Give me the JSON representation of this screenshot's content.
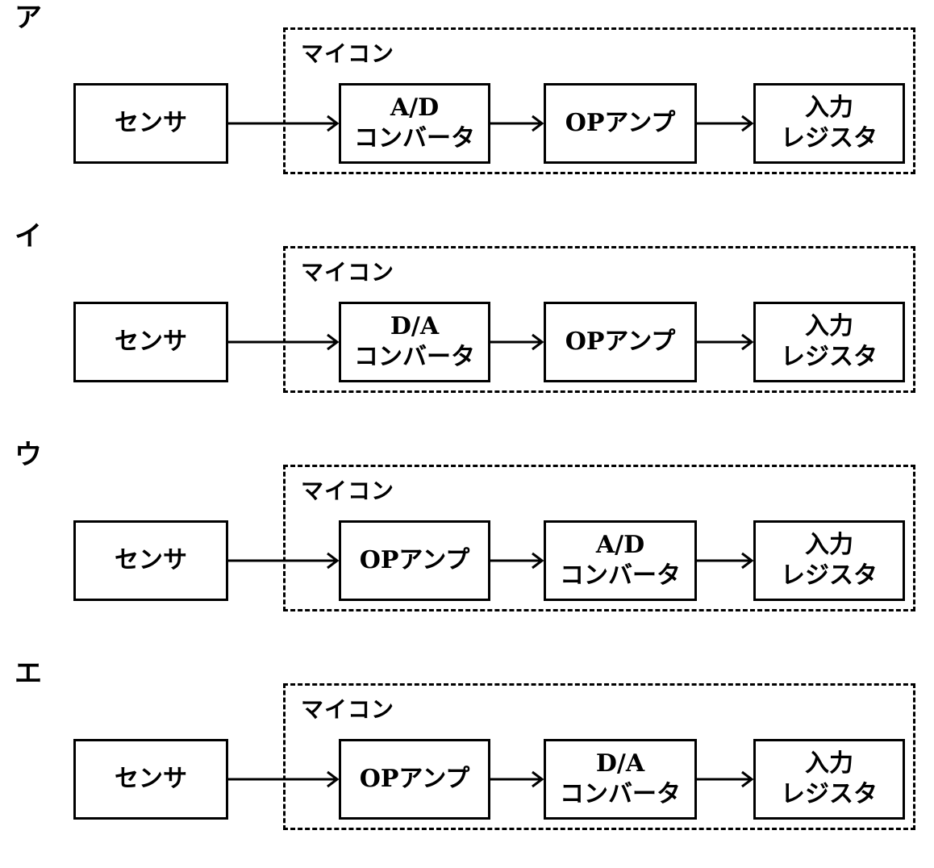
{
  "diagrams": [
    {
      "label": "ア",
      "microcontroller_label": "マイコン",
      "sensor": "センサ",
      "stages": [
        [
          "A/D",
          "コンバータ"
        ],
        [
          "OPアンプ"
        ],
        [
          "入力",
          "レジスタ"
        ]
      ]
    },
    {
      "label": "イ",
      "microcontroller_label": "マイコン",
      "sensor": "センサ",
      "stages": [
        [
          "D/A",
          "コンバータ"
        ],
        [
          "OPアンプ"
        ],
        [
          "入力",
          "レジスタ"
        ]
      ]
    },
    {
      "label": "ウ",
      "microcontroller_label": "マイコン",
      "sensor": "センサ",
      "stages": [
        [
          "OPアンプ"
        ],
        [
          "A/D",
          "コンバータ"
        ],
        [
          "入力",
          "レジスタ"
        ]
      ]
    },
    {
      "label": "エ",
      "microcontroller_label": "マイコン",
      "sensor": "センサ",
      "stages": [
        [
          "OPアンプ"
        ],
        [
          "D/A",
          "コンバータ"
        ],
        [
          "入力",
          "レジスタ"
        ]
      ]
    }
  ]
}
